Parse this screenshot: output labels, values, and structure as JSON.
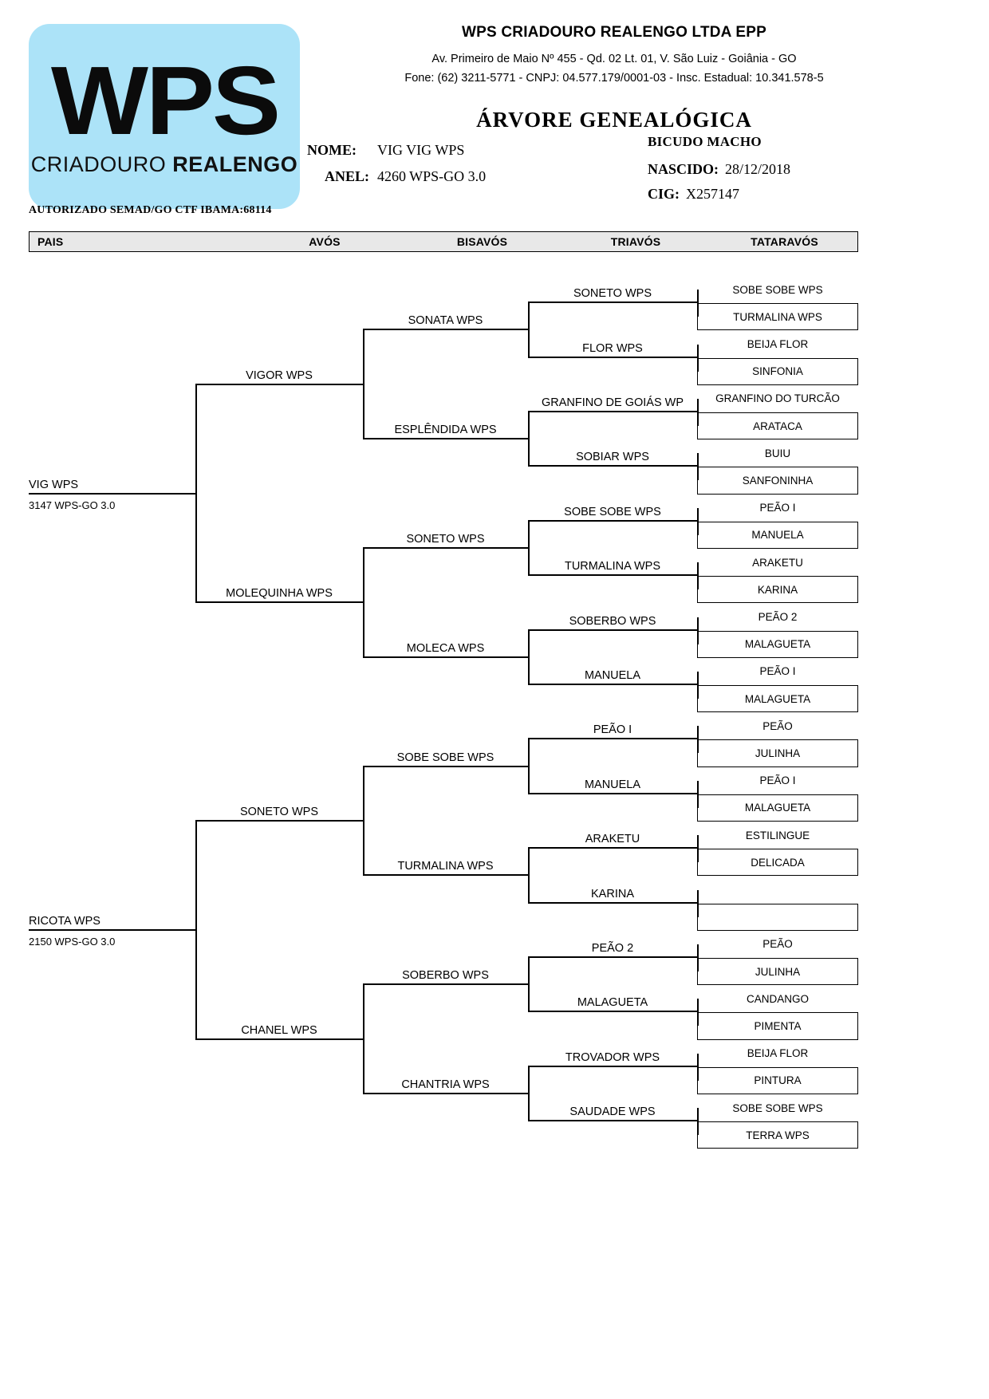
{
  "company": {
    "name": "WPS CRIADOURO REALENGO LTDA EPP",
    "address": "Av. Primeiro de Maio Nº 455 - Qd. 02 Lt. 01, V. São Luiz  - Goiânia - GO",
    "contact": "Fone: (62) 3211-5771  -  CNPJ: 04.577.179/0001-03  -  Insc. Estadual: 10.341.578-5"
  },
  "logo": {
    "main": "WPS",
    "sub_light": "CRIADOURO ",
    "sub_bold": "REALENGO",
    "bg_color": "#ace3f8"
  },
  "document": {
    "title": "ÁRVORE  GENEALÓGICA",
    "authorized": "AUTORIZADO SEMAD/GO CTF IBAMA:68114"
  },
  "subject": {
    "nome_label": "NOME:",
    "nome_value": "VIG VIG WPS",
    "anel_label": "ANEL:",
    "anel_value": "4260 WPS-GO 3.0",
    "species_sex": "BICUDO MACHO",
    "nascido_label": "NASCIDO:",
    "nascido_value": "28/12/2018",
    "cig_label": "CIG:",
    "cig_value": "X257147"
  },
  "columns": [
    "PAIS",
    "AVÓS",
    "BISAVÓS",
    "TRIAVÓS",
    "TATARAVÓS"
  ],
  "tree": {
    "gen1": [
      {
        "name": "VIG WPS",
        "ring": "3147 WPS-GO 3.0"
      },
      {
        "name": "RICOTA WPS",
        "ring": "2150 WPS-GO 3.0"
      }
    ],
    "gen2": [
      {
        "name": "VIGOR WPS"
      },
      {
        "name": "MOLEQUINHA WPS"
      },
      {
        "name": "SONETO WPS"
      },
      {
        "name": "CHANEL WPS"
      }
    ],
    "gen3": [
      {
        "name": "SONATA WPS"
      },
      {
        "name": "ESPLÊNDIDA WPS"
      },
      {
        "name": "SONETO WPS"
      },
      {
        "name": "MOLECA WPS"
      },
      {
        "name": "SOBE SOBE WPS"
      },
      {
        "name": "TURMALINA WPS"
      },
      {
        "name": "SOBERBO WPS"
      },
      {
        "name": "CHANTRIA WPS"
      }
    ],
    "gen4": [
      {
        "name": "SONETO WPS"
      },
      {
        "name": "FLOR WPS"
      },
      {
        "name": "GRANFINO DE GOIÁS WP"
      },
      {
        "name": "SOBIAR WPS"
      },
      {
        "name": "SOBE SOBE WPS"
      },
      {
        "name": "TURMALINA WPS"
      },
      {
        "name": "SOBERBO WPS"
      },
      {
        "name": "MANUELA"
      },
      {
        "name": "PEÃO I"
      },
      {
        "name": "MANUELA"
      },
      {
        "name": "ARAKETU"
      },
      {
        "name": "KARINA"
      },
      {
        "name": "PEÃO 2"
      },
      {
        "name": "MALAGUETA"
      },
      {
        "name": "TROVADOR WPS"
      },
      {
        "name": "SAUDADE WPS"
      }
    ],
    "gen5": [
      {
        "name": "SOBE SOBE WPS"
      },
      {
        "name": "TURMALINA WPS"
      },
      {
        "name": "BEIJA FLOR"
      },
      {
        "name": "SINFONIA"
      },
      {
        "name": "GRANFINO DO TURCÃO"
      },
      {
        "name": "ARATACA"
      },
      {
        "name": "BUIU"
      },
      {
        "name": "SANFONINHA"
      },
      {
        "name": "PEÃO I"
      },
      {
        "name": "MANUELA"
      },
      {
        "name": "ARAKETU"
      },
      {
        "name": "KARINA"
      },
      {
        "name": "PEÃO 2"
      },
      {
        "name": "MALAGUETA"
      },
      {
        "name": "PEÃO I"
      },
      {
        "name": "MALAGUETA"
      },
      {
        "name": "PEÃO"
      },
      {
        "name": "JULINHA"
      },
      {
        "name": "PEÃO I"
      },
      {
        "name": "MALAGUETA"
      },
      {
        "name": "ESTILINGUE"
      },
      {
        "name": "DELICADA"
      },
      {
        "name": ""
      },
      {
        "name": ""
      },
      {
        "name": "PEÃO"
      },
      {
        "name": "JULINHA"
      },
      {
        "name": "CANDANGO"
      },
      {
        "name": "PIMENTA"
      },
      {
        "name": "BEIJA FLOR"
      },
      {
        "name": "PINTURA"
      },
      {
        "name": "SOBE SOBE WPS"
      },
      {
        "name": "TERRA WPS"
      }
    ]
  }
}
